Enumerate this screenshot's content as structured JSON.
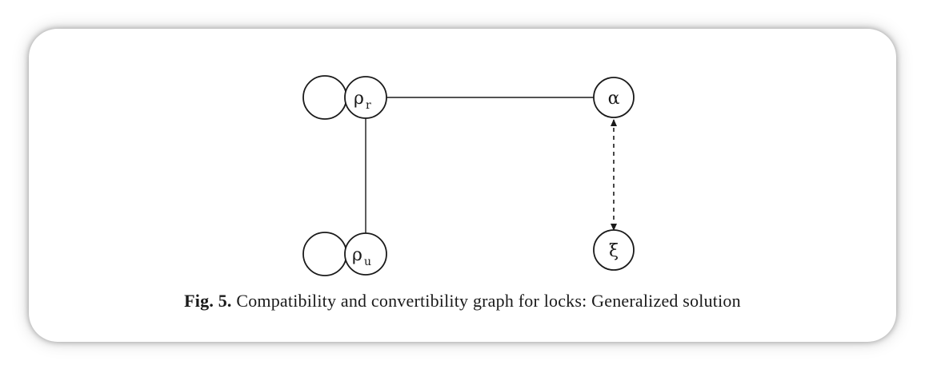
{
  "diagram": {
    "nodes": {
      "rho_r": {
        "symbol": "ρ",
        "subscript": "r"
      },
      "rho_u": {
        "symbol": "ρ",
        "subscript": "u"
      },
      "alpha": {
        "symbol": "α"
      },
      "xi": {
        "symbol": "ξ"
      }
    },
    "edges": [
      {
        "from": "rho_r",
        "to": "alpha",
        "style": "solid"
      },
      {
        "from": "rho_r",
        "to": "rho_u",
        "style": "solid"
      },
      {
        "from": "alpha",
        "to": "xi",
        "style": "dashed",
        "arrows": "both"
      }
    ]
  },
  "caption": {
    "figure_number": "Fig. 5.",
    "text": "Compatibility and convertibility graph for locks: Generalized solution"
  }
}
